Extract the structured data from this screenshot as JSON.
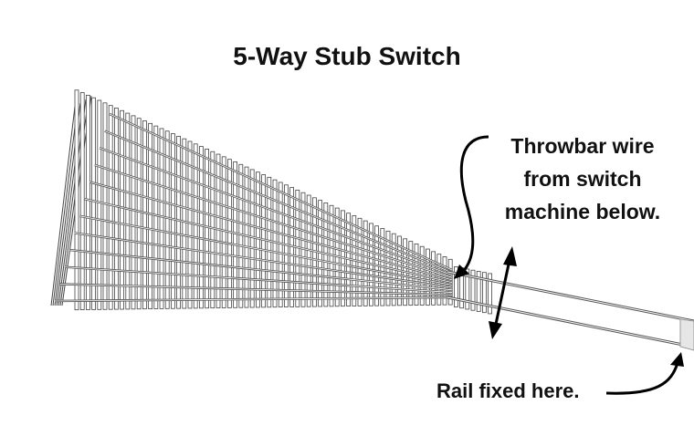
{
  "title": "5-Way Stub Switch",
  "annotations": {
    "throwbar": [
      "Throwbar wire",
      "from switch",
      "machine below."
    ],
    "rail_fixed": "Rail fixed here."
  },
  "colors": {
    "rail": "#555555",
    "tie_fill": "#ffffff",
    "arrow": "#000000",
    "fixed_block": "#e6e6e6"
  }
}
